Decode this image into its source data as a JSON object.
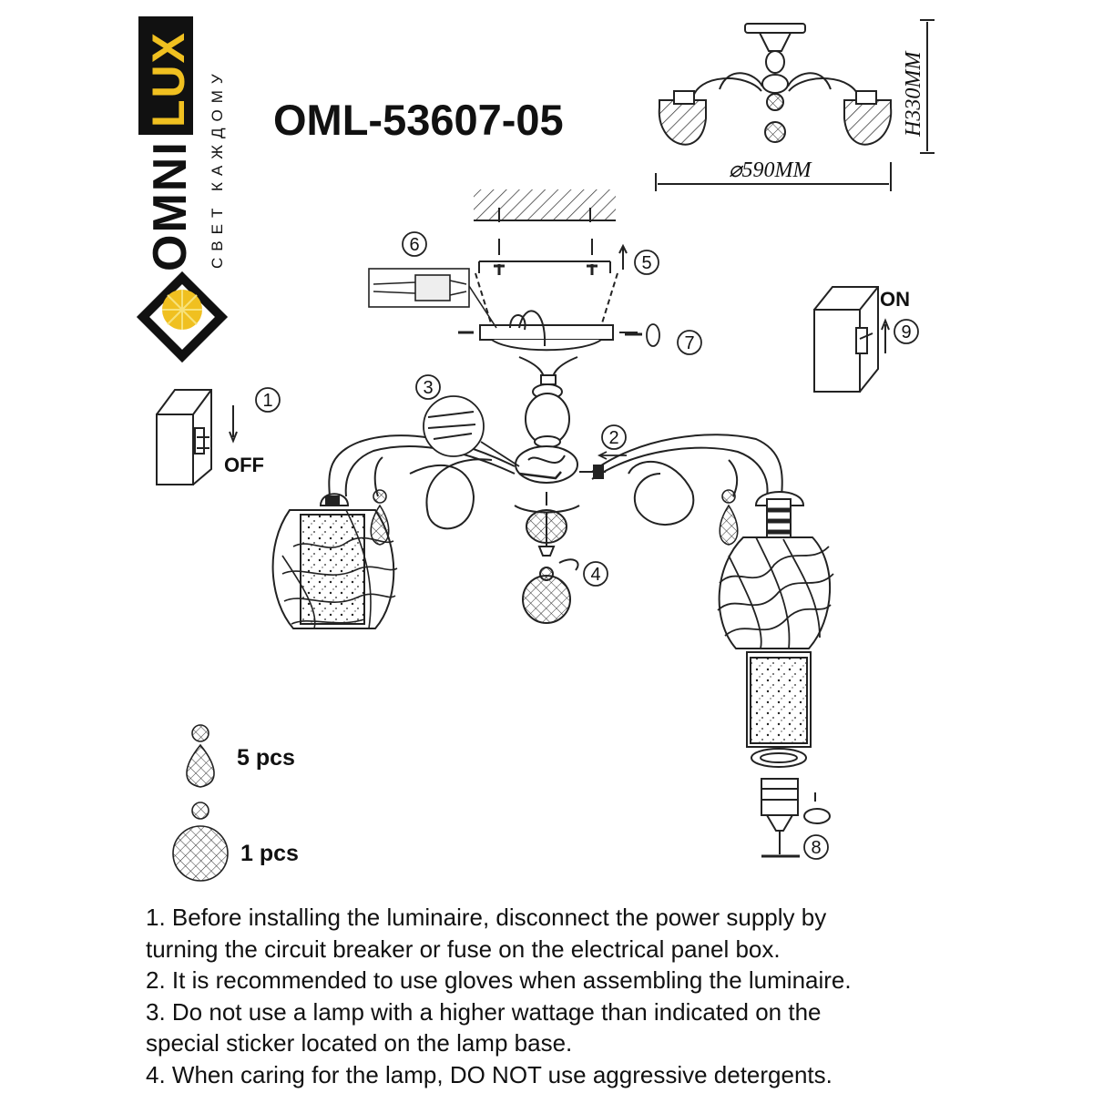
{
  "brand": {
    "name_part1": "OMNI",
    "name_part2": "LUX",
    "tagline": "СВЕТ КАЖДОМУ"
  },
  "model": "OML-53607-05",
  "dimensions": {
    "height": "H330MM",
    "diameter": "⌀590MM"
  },
  "switch_labels": {
    "off": "OFF",
    "on": "ON"
  },
  "steps": [
    "1",
    "2",
    "3",
    "4",
    "5",
    "6",
    "7",
    "8",
    "9"
  ],
  "parts": [
    {
      "qty": "5 pcs",
      "icon": "crystal-drop-pendant-icon"
    },
    {
      "qty": "1 pcs",
      "icon": "crystal-ball-pendant-icon"
    }
  ],
  "instructions": [
    "1. Before installing the luminaire, disconnect the power supply by",
    "turning the circuit breaker or fuse on the electrical panel box.",
    "2. It is recommended to use gloves when assembling the luminaire.",
    "3. Do not use a lamp with a higher wattage than indicated on the",
    "special sticker located on the lamp base.",
    "4. When caring for the lamp, DO NOT use aggressive detergents."
  ],
  "colors": {
    "logo_badge": "#111111",
    "logo_accent": "#f0c020",
    "line": "#222222"
  }
}
